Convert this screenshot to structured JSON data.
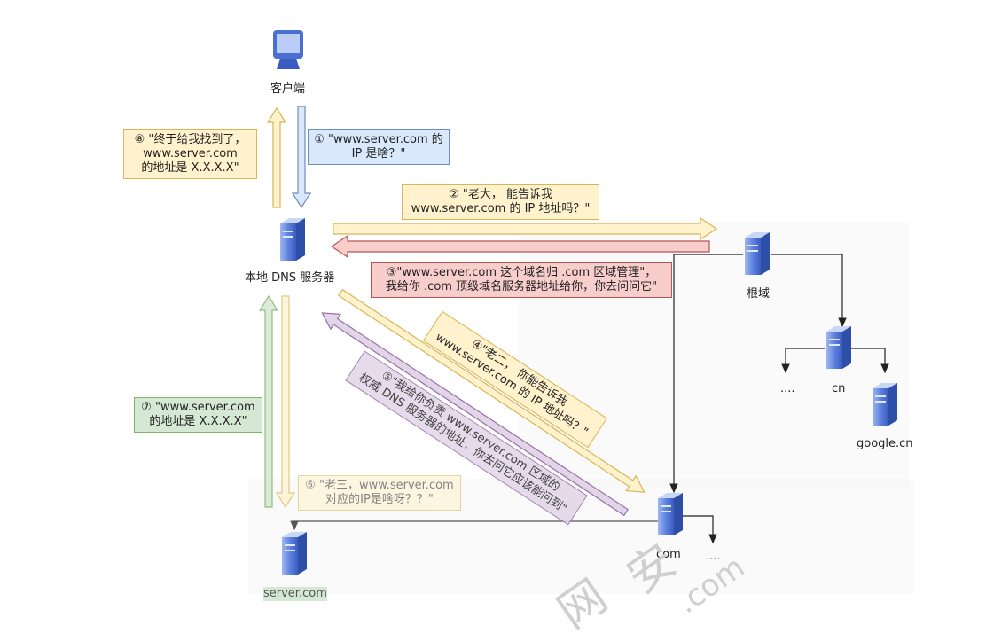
{
  "nodes": {
    "client": "客户端",
    "local_dns": "本地 DNS 服务器",
    "root": "根域",
    "cn": "cn",
    "google_cn": "google.cn",
    "dots_cn": "....",
    "com": "com",
    "dots_com": "....",
    "server": "server.com"
  },
  "steps": {
    "s1": [
      "① \"www.server.com 的",
      "IP 是啥？\""
    ],
    "s2": [
      "② \"老大， 能告诉我",
      "www.server.com 的 IP 地址吗？\""
    ],
    "s3": [
      "③\"www.server.com 这个域名归 .com 区域管理\"，",
      "我给你 .com 顶级域名服务器地址给你，你去问问它\""
    ],
    "s4": [
      "④\"老二， 你能告诉我",
      "www.server.com 的 IP 地址吗？\""
    ],
    "s5": [
      "⑤\"我给你负责 www.server.com 区域的",
      "权威 DNS 服务器的地址，你去问它应该能问到\""
    ],
    "s6": [
      "⑥ \"老三，www.server.com",
      "对应的IP是啥呀？？\""
    ],
    "s7": [
      "⑦ \"www.server.com",
      "的地址是 X.X.X.X\""
    ],
    "s8": [
      "⑧ \"终于给我找到了，",
      "www.server.com",
      "的地址是 X.X.X.X\""
    ]
  },
  "watermark": [
    "网",
    "安",
    ".com"
  ],
  "colors": {
    "blue_fill": "#dae8fc",
    "blue_stroke": "#6c8ebf",
    "yellow_fill": "#fff2cc",
    "yellow_stroke": "#d6b656",
    "red_fill": "#f8cecc",
    "red_stroke": "#b85450",
    "green_fill": "#d5e8d4",
    "green_stroke": "#82b366",
    "purple_fill": "#e1d5e7",
    "purple_stroke": "#9673a6",
    "server_icon": "#4a6fd0"
  }
}
